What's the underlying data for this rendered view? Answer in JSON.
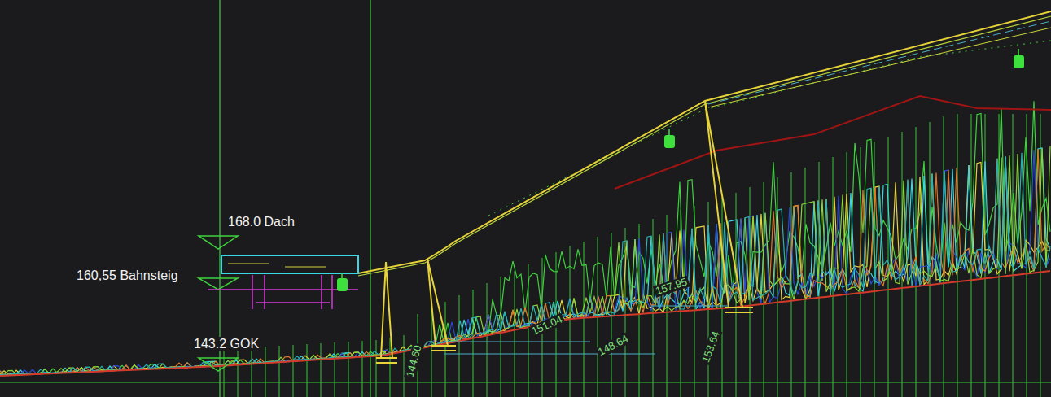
{
  "diagram": {
    "labels": [
      "168.0 Dach",
      "160,55 Bahnsteig",
      "143.2 GOK",
      "157.95",
      "151.04",
      "148.64",
      "153.64",
      "144.60"
    ]
  }
}
